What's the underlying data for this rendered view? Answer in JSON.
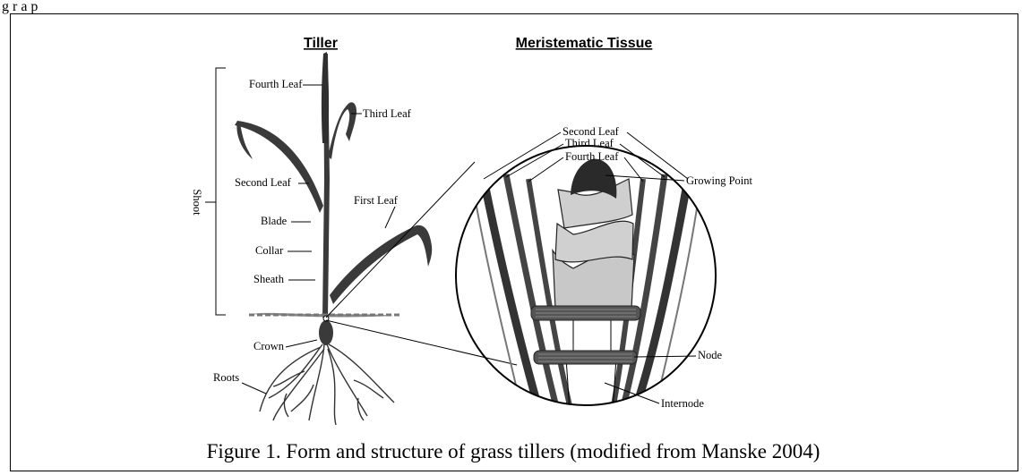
{
  "top_fragment": "g r          a      p",
  "headings": {
    "tiller": "Tiller",
    "meristematic": "Meristematic Tissue"
  },
  "labels": {
    "fourth_leaf": "Fourth Leaf",
    "third_leaf": "Third Leaf",
    "second_leaf": "Second Leaf",
    "first_leaf": "First Leaf",
    "blade": "Blade",
    "collar": "Collar",
    "sheath": "Sheath",
    "crown": "Crown",
    "roots": "Roots",
    "shoot": "Shoot",
    "m_second_leaf": "Second Leaf",
    "m_third_leaf": "Third Leaf",
    "m_fourth_leaf": "Fourth Leaf",
    "growing_point": "Growing Point",
    "node": "Node",
    "internode": "Internode"
  },
  "caption": "Figure 1.  Form and structure of grass tillers (modified from Manske 2004)",
  "colors": {
    "leaf": "#3a3a3a",
    "tissue_fill": "#c8c8c8",
    "growing_point": "#2a2a2a",
    "line": "#000000"
  }
}
